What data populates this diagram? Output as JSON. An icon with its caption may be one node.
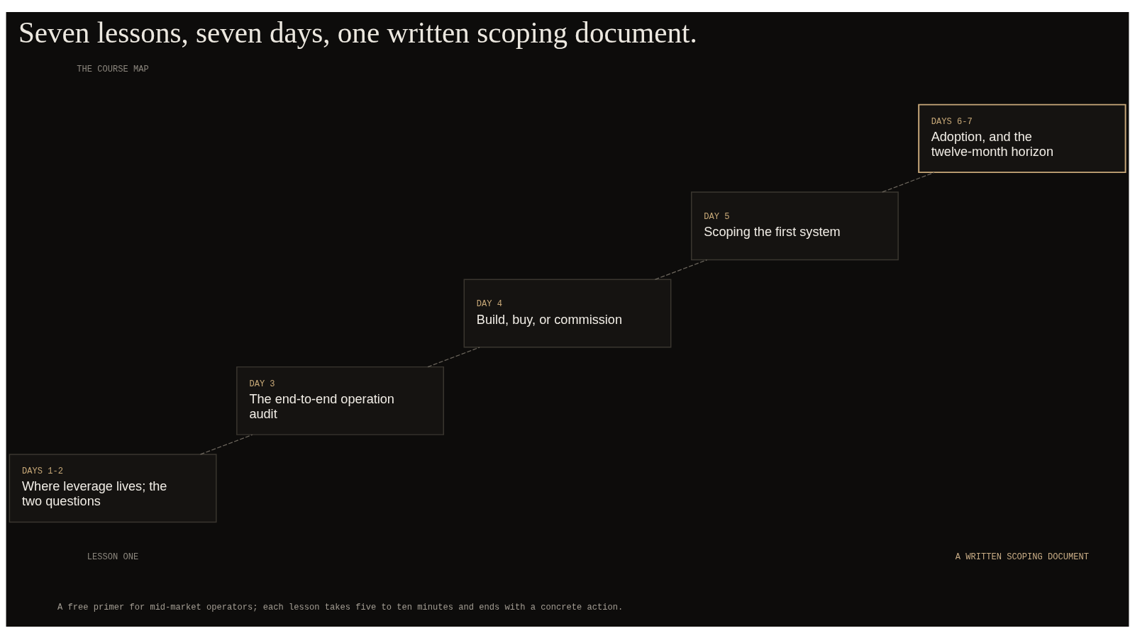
{
  "diagram": {
    "title": "Seven lessons, seven days, one written scoping document.",
    "nodes": [
      {
        "text": [
          "DAYS 1-2",
          "Where leverage lives; the two questions"
        ]
      },
      {
        "text": [
          "DAY 3",
          "The end-to-end operation audit"
        ]
      },
      {
        "text": [
          "DAY 4",
          "Build, buy, or commission"
        ]
      },
      {
        "text": [
          "DAY 5",
          "Scoping the first system"
        ]
      },
      {
        "text": [
          "DAYS 6-7",
          "Adoption, and the twelve-month horizon"
        ]
      }
    ],
    "edges": [
      {
        "from": 0,
        "to": 1,
        "arrow": "none",
        "style": "dashed"
      },
      {
        "from": 1,
        "to": 2,
        "arrow": "none",
        "style": "dashed"
      },
      {
        "from": 2,
        "to": 3,
        "arrow": "none",
        "style": "dashed"
      },
      {
        "from": 3,
        "to": 4,
        "arrow": "none",
        "style": "dashed"
      }
    ],
    "labels": [
      "THE COURSE MAP",
      "LESSON ONE",
      "A WRITTEN SCOPING DOCUMENT",
      "A free primer for mid-market operators; each lesson takes five to ten minutes and ends with a concrete action."
    ]
  }
}
